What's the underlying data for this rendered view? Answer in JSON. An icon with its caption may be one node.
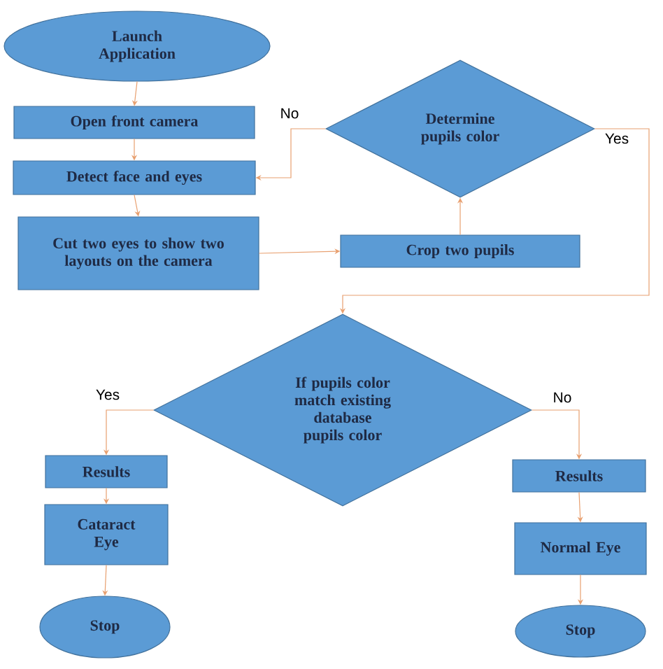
{
  "diagram": {
    "nodes": [
      {
        "text": [
          "Launch Application"
        ]
      },
      {
        "text": [
          "Open front camera"
        ]
      },
      {
        "text": [
          "Detect face and eyes"
        ]
      },
      {
        "text": [
          "Cut two eyes to show two layouts on the camera"
        ]
      },
      {
        "text": [
          "Crop two pupils"
        ]
      },
      {
        "text": [
          "Determine pupils color"
        ]
      },
      {
        "text": [
          "If pupils color match existing database pupils color"
        ]
      },
      {
        "text": [
          "Results"
        ]
      },
      {
        "text": [
          "Cataract Eye"
        ]
      },
      {
        "text": [
          "Stop"
        ]
      },
      {
        "text": [
          "Results"
        ]
      },
      {
        "text": [
          "Normal Eye"
        ]
      },
      {
        "text": [
          "Stop"
        ]
      }
    ],
    "edges": [
      {
        "from": 0,
        "to": 1,
        "arrow": "to"
      },
      {
        "from": 1,
        "to": 2,
        "arrow": "to"
      },
      {
        "from": 2,
        "to": 3,
        "arrow": "to"
      },
      {
        "from": 3,
        "to": 4,
        "arrow": "to"
      },
      {
        "from": 4,
        "to": 5,
        "arrow": "to"
      },
      {
        "from": 5,
        "to": 2,
        "arrow": "to",
        "label": "No"
      },
      {
        "from": 5,
        "to": 6,
        "arrow": "to",
        "label": "Yes"
      },
      {
        "from": 6,
        "to": 7,
        "arrow": "to",
        "label": "Yes"
      },
      {
        "from": 6,
        "to": 10,
        "arrow": "to",
        "label": "No"
      },
      {
        "from": 7,
        "to": 8,
        "arrow": "to"
      },
      {
        "from": 8,
        "to": 9,
        "arrow": "to"
      },
      {
        "from": 10,
        "to": 11,
        "arrow": "to"
      },
      {
        "from": 11,
        "to": 12,
        "arrow": "to"
      }
    ]
  }
}
